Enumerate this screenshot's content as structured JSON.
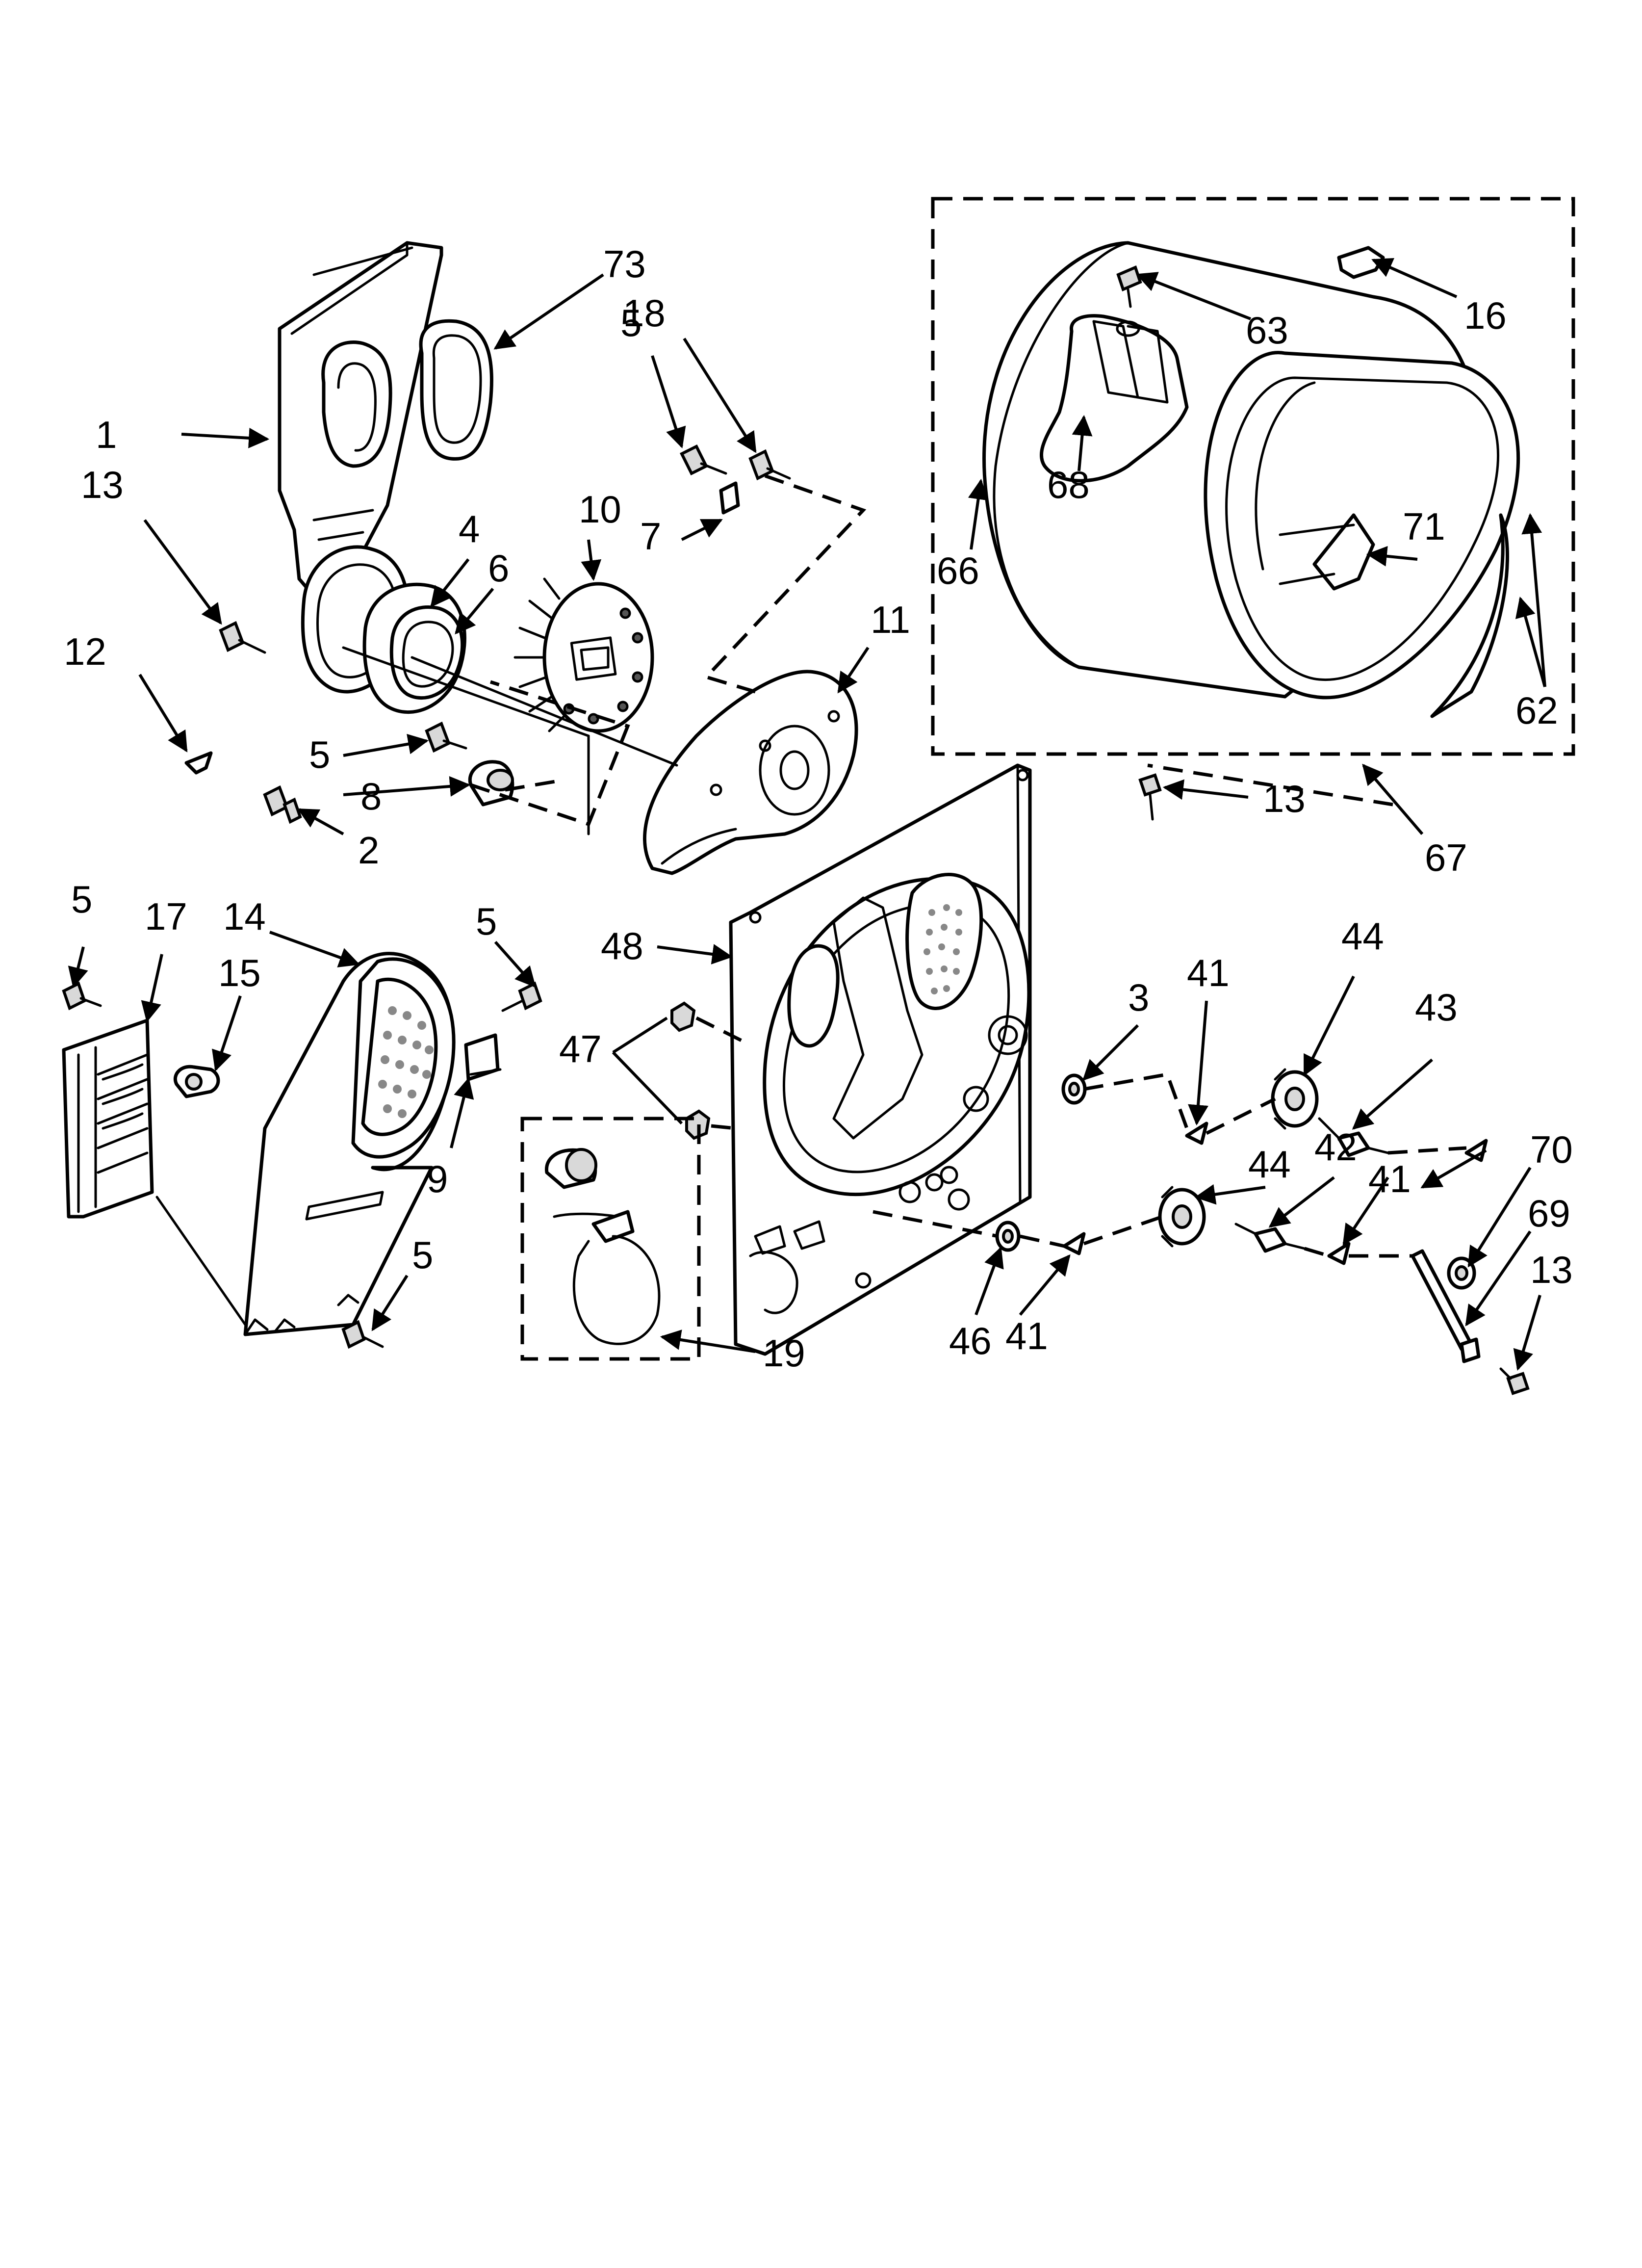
{
  "diagram": {
    "callouts": [
      "1",
      "13",
      "12",
      "2",
      "4",
      "6",
      "5",
      "8",
      "73",
      "18",
      "5",
      "7",
      "10",
      "11",
      "63",
      "16",
      "68",
      "66",
      "71",
      "62",
      "67",
      "13",
      "5",
      "17",
      "15",
      "14",
      "5",
      "9",
      "5",
      "47",
      "48",
      "19",
      "3",
      "41",
      "44",
      "43",
      "46",
      "41",
      "44",
      "42",
      "41",
      "70",
      "69",
      "13"
    ]
  },
  "colors": {
    "line": "#000000",
    "background": "#ffffff",
    "fill": "#ffffff",
    "shade": "#d9d9d9"
  }
}
